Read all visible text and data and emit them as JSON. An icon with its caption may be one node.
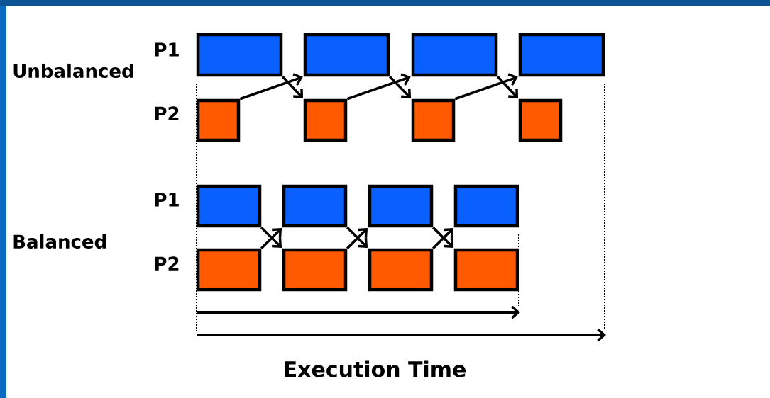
{
  "diagram": {
    "nodes": [
      {
        "text": [],
        "shape": "box"
      },
      {
        "text": [],
        "shape": "box"
      },
      {
        "text": [],
        "shape": "box"
      },
      {
        "text": [],
        "shape": "box"
      },
      {
        "text": [],
        "shape": "box"
      },
      {
        "text": [],
        "shape": "box"
      },
      {
        "text": [],
        "shape": "box"
      },
      {
        "text": [],
        "shape": "box"
      },
      {
        "text": [],
        "shape": "box"
      },
      {
        "text": [],
        "shape": "box"
      },
      {
        "text": [],
        "shape": "box"
      },
      {
        "text": [],
        "shape": "box"
      },
      {
        "text": [],
        "shape": "box"
      },
      {
        "text": [],
        "shape": "box"
      },
      {
        "text": [],
        "shape": "box"
      },
      {
        "text": [],
        "shape": "box"
      }
    ],
    "edges": [
      {
        "from": 0,
        "to": 5,
        "arrow": "to"
      },
      {
        "from": 4,
        "to": 1,
        "arrow": "to"
      },
      {
        "from": 1,
        "to": 6,
        "arrow": "to"
      },
      {
        "from": 5,
        "to": 2,
        "arrow": "to"
      },
      {
        "from": 2,
        "to": 7,
        "arrow": "to"
      },
      {
        "from": 6,
        "to": 3,
        "arrow": "to"
      },
      {
        "from": 8,
        "to": 13,
        "arrow": "to"
      },
      {
        "from": 12,
        "to": 9,
        "arrow": "to"
      },
      {
        "from": 9,
        "to": 14,
        "arrow": "to"
      },
      {
        "from": 13,
        "to": 10,
        "arrow": "to"
      },
      {
        "from": 10,
        "to": 15,
        "arrow": "to"
      },
      {
        "from": 14,
        "to": 11,
        "arrow": "to"
      }
    ],
    "labels": [
      "P1",
      "Unbalanced",
      "P2",
      "P1",
      "Balanced",
      "P2",
      "Execution Time"
    ]
  }
}
